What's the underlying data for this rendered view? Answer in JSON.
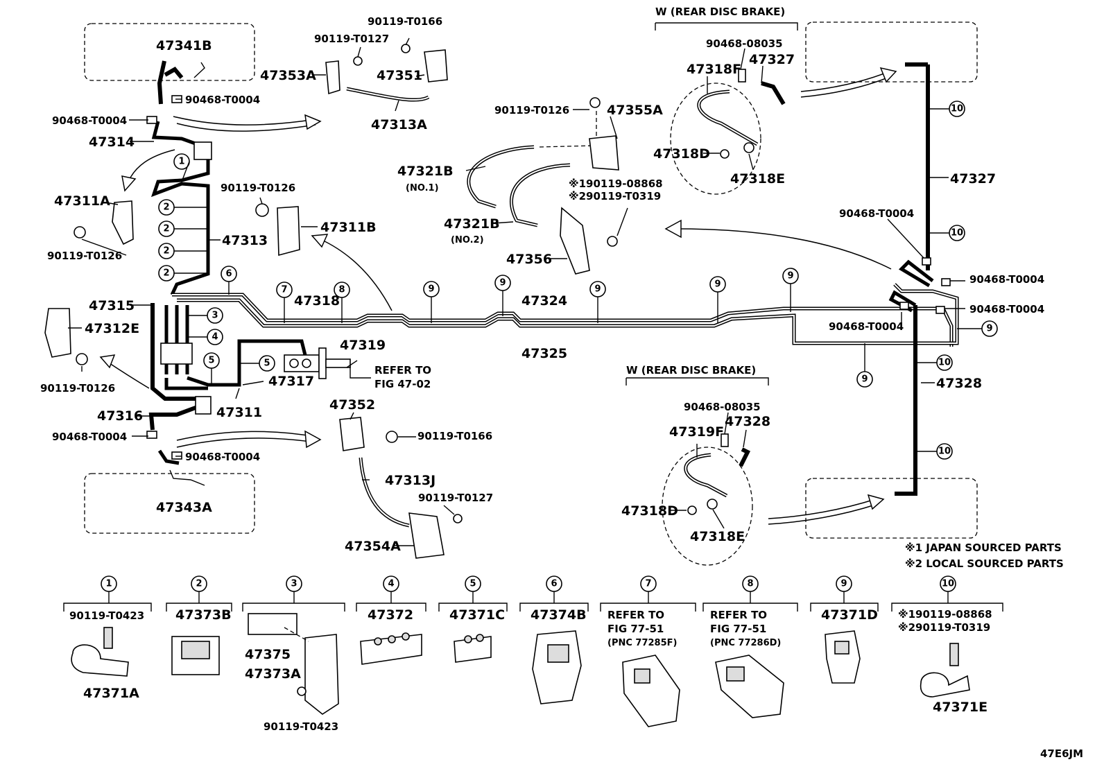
{
  "labels": {
    "p47341B": "47341B",
    "p90468T0004_a": "90468-T0004",
    "p90468T0004_b": "90468-T0004",
    "p47314": "47314",
    "p47311A": "47311A",
    "p90119T0126_a": "90119-T0126",
    "p47313": "47313",
    "p47315": "47315",
    "p47312E": "47312E",
    "p90119T0126_b": "90119-T0126",
    "p47316": "47316",
    "p90468T0004_c": "90468-T0004",
    "p90468T0004_d": "90468-T0004",
    "p47343A": "47343A",
    "p90119T0166_a": "90119-T0166",
    "p90119T0127_a": "90119-T0127",
    "p47353A": "47353A",
    "p47351": "47351",
    "p47313A": "47313A",
    "p90119T0126_c": "90119-T0126",
    "p47311B": "47311B",
    "p47318": "47318",
    "p47319": "47319",
    "p47317": "47317",
    "p47311": "47311",
    "refer1": "REFER TO",
    "refer2": "FIG 47-02",
    "p47352": "47352",
    "p90119T0166_b": "90119-T0166",
    "p47313J": "47313J",
    "p90119T0127_b": "90119-T0127",
    "p47354A": "47354A",
    "p90119T0126_d": "90119-T0126",
    "p47355A": "47355A",
    "p47321B_1": "47321B",
    "no1": "(NO.1)",
    "p47321B_2": "47321B",
    "no2": "(NO.2)",
    "p1_90119_08868": "※190119-08868",
    "p2_90119_T0319": "※290119-T0319",
    "p47356": "47356",
    "p47324": "47324",
    "p47325": "47325",
    "wrear1": "W (REAR DISC BRAKE)",
    "p90468_08035_a": "90468-08035",
    "p47327_a": "47327",
    "p47318F": "47318F",
    "p47318D_a": "47318D",
    "p47318E_a": "47318E",
    "p47327_b": "47327",
    "p90468T0004_e": "90468-T0004",
    "p90468T0004_f": "90468-T0004",
    "p90468T0004_g": "90468-T0004",
    "p90468T0004_h": "90468-T0004",
    "p47328_a": "47328",
    "wrear2": "W (REAR DISC BRAKE)",
    "p90468_08035_b": "90468-08035",
    "p47328_b": "47328",
    "p47319F": "47319F",
    "p47318D_b": "47318D",
    "p47318E_b": "47318E",
    "note1": "※1 JAPAN SOURCED PARTS",
    "note2": "※2 LOCAL SOURCED PARTS",
    "code": "47E6JM"
  },
  "legend": [
    {
      "num": "1",
      "lines": [
        "90119-T0423",
        "47371A"
      ]
    },
    {
      "num": "2",
      "lines": [
        "47373B"
      ]
    },
    {
      "num": "3",
      "lines": [
        "47375",
        "47373A",
        "90119-T0423"
      ]
    },
    {
      "num": "4",
      "lines": [
        "47372"
      ]
    },
    {
      "num": "5",
      "lines": [
        "47371C"
      ]
    },
    {
      "num": "6",
      "lines": [
        "47374B"
      ]
    },
    {
      "num": "7",
      "lines": [
        "REFER TO",
        "FIG 77-51",
        "(PNC 77285F)"
      ]
    },
    {
      "num": "8",
      "lines": [
        "REFER TO",
        "FIG 77-51",
        "(PNC 77286D)"
      ]
    },
    {
      "num": "9",
      "lines": [
        "47371D"
      ]
    },
    {
      "num": "10",
      "lines": [
        "※190119-08868",
        "※290119-T0319",
        "47371E"
      ]
    }
  ],
  "callouts": [
    "1",
    "2",
    "2",
    "2",
    "2",
    "6",
    "3",
    "4",
    "5",
    "5",
    "7",
    "8",
    "9",
    "9",
    "9",
    "9",
    "9",
    "9",
    "9",
    "10",
    "10",
    "10",
    "10"
  ]
}
